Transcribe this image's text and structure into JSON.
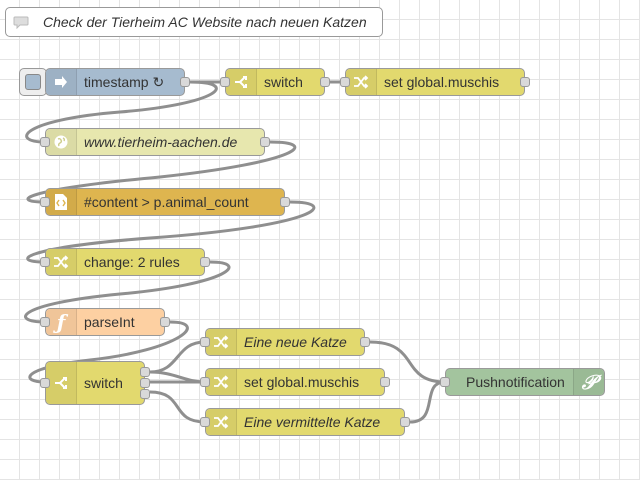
{
  "flow": {
    "comment": {
      "label": "Check der Tierheim AC Website nach neuen Katzen",
      "icon": "comment-icon"
    },
    "nodes": {
      "timestamp": {
        "label": "timestamp ↻",
        "type": "inject",
        "color": "#a6bbcf",
        "icon": "arrow-right-icon"
      },
      "switch_top": {
        "label": "switch",
        "type": "switch",
        "color": "#e2d96e",
        "icon": "switch-icon"
      },
      "set_global_top": {
        "label": "set global.muschis",
        "type": "change",
        "color": "#e2d96e",
        "icon": "shuffle-icon"
      },
      "http": {
        "label": "www.tierheim-aachen.de",
        "type": "http request",
        "color": "#e7e7ae",
        "icon": "globe-icon"
      },
      "html": {
        "label": "#content > p.animal_count",
        "type": "html",
        "color": "#deb54f",
        "icon": "code-file-icon"
      },
      "change_rules": {
        "label": "change: 2 rules",
        "type": "change",
        "color": "#e2d96e",
        "icon": "shuffle-icon"
      },
      "parseint": {
        "label": "parseInt",
        "type": "function",
        "color": "#fdd0a2",
        "icon": "function-icon"
      },
      "switch_main": {
        "label": "switch",
        "type": "switch",
        "color": "#e2d96e",
        "icon": "switch-icon"
      },
      "neue_katze": {
        "label": "Eine neue Katze",
        "type": "change",
        "color": "#e2d96e",
        "icon": "shuffle-icon"
      },
      "set_global_mid": {
        "label": "set global.muschis",
        "type": "change",
        "color": "#e2d96e",
        "icon": "shuffle-icon"
      },
      "vermittelte": {
        "label": "Eine vermittelte Katze",
        "type": "change",
        "color": "#e2d96e",
        "icon": "shuffle-icon"
      },
      "pushnotification": {
        "label": "Pushnotification",
        "type": "pushover",
        "color": "#a3c49e",
        "icon": "pushbullet-icon"
      }
    }
  }
}
